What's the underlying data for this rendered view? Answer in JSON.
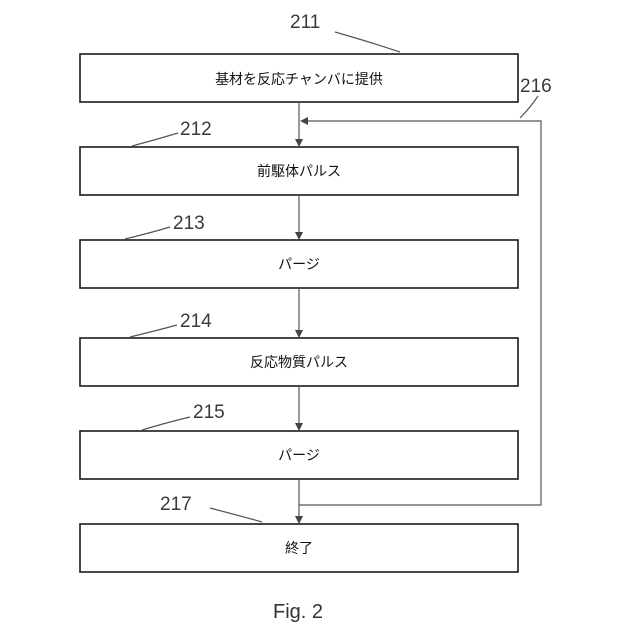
{
  "steps": [
    {
      "id": "211",
      "label": "基材を反応チャンバに提供"
    },
    {
      "id": "212",
      "label": "前駆体パルス"
    },
    {
      "id": "213",
      "label": "パージ"
    },
    {
      "id": "214",
      "label": "反応物質パルス"
    },
    {
      "id": "215",
      "label": "パージ"
    },
    {
      "id": "217",
      "label": "終了"
    }
  ],
  "loop": {
    "id": "216"
  },
  "caption": "Fig. 2"
}
